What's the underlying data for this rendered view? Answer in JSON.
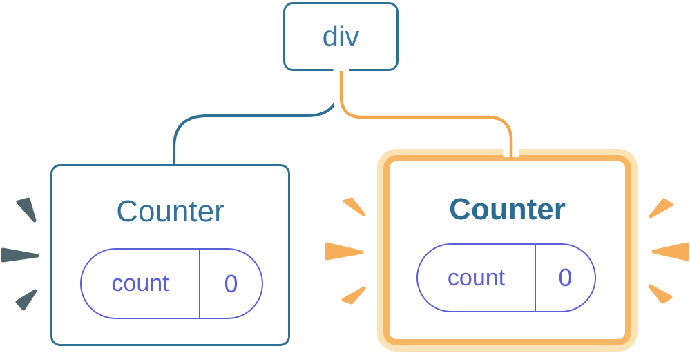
{
  "diagram": {
    "root_node": {
      "label": "div"
    },
    "left_counter": {
      "title": "Counter",
      "state": {
        "key": "count",
        "value": "0"
      }
    },
    "right_counter": {
      "title": "Counter",
      "state": {
        "key": "count",
        "value": "0"
      }
    },
    "colors": {
      "node_border_blue": "#2F7095",
      "div_text_blue": "#3878A4",
      "counter_title_blue": "#31719B",
      "state_pill_indigo": "#5B5FD6",
      "highlight_border_orange": "#F7B765",
      "highlight_ring_pale": "#FBE3B6",
      "ribbon_core_orange": "#F2A74E",
      "spark_orange": "#F7AF5B",
      "spark_dark": "#4E656E"
    },
    "icons": {
      "left_sparks": "update-spark-icon",
      "right_sparks": "reset-spark-icon"
    }
  }
}
